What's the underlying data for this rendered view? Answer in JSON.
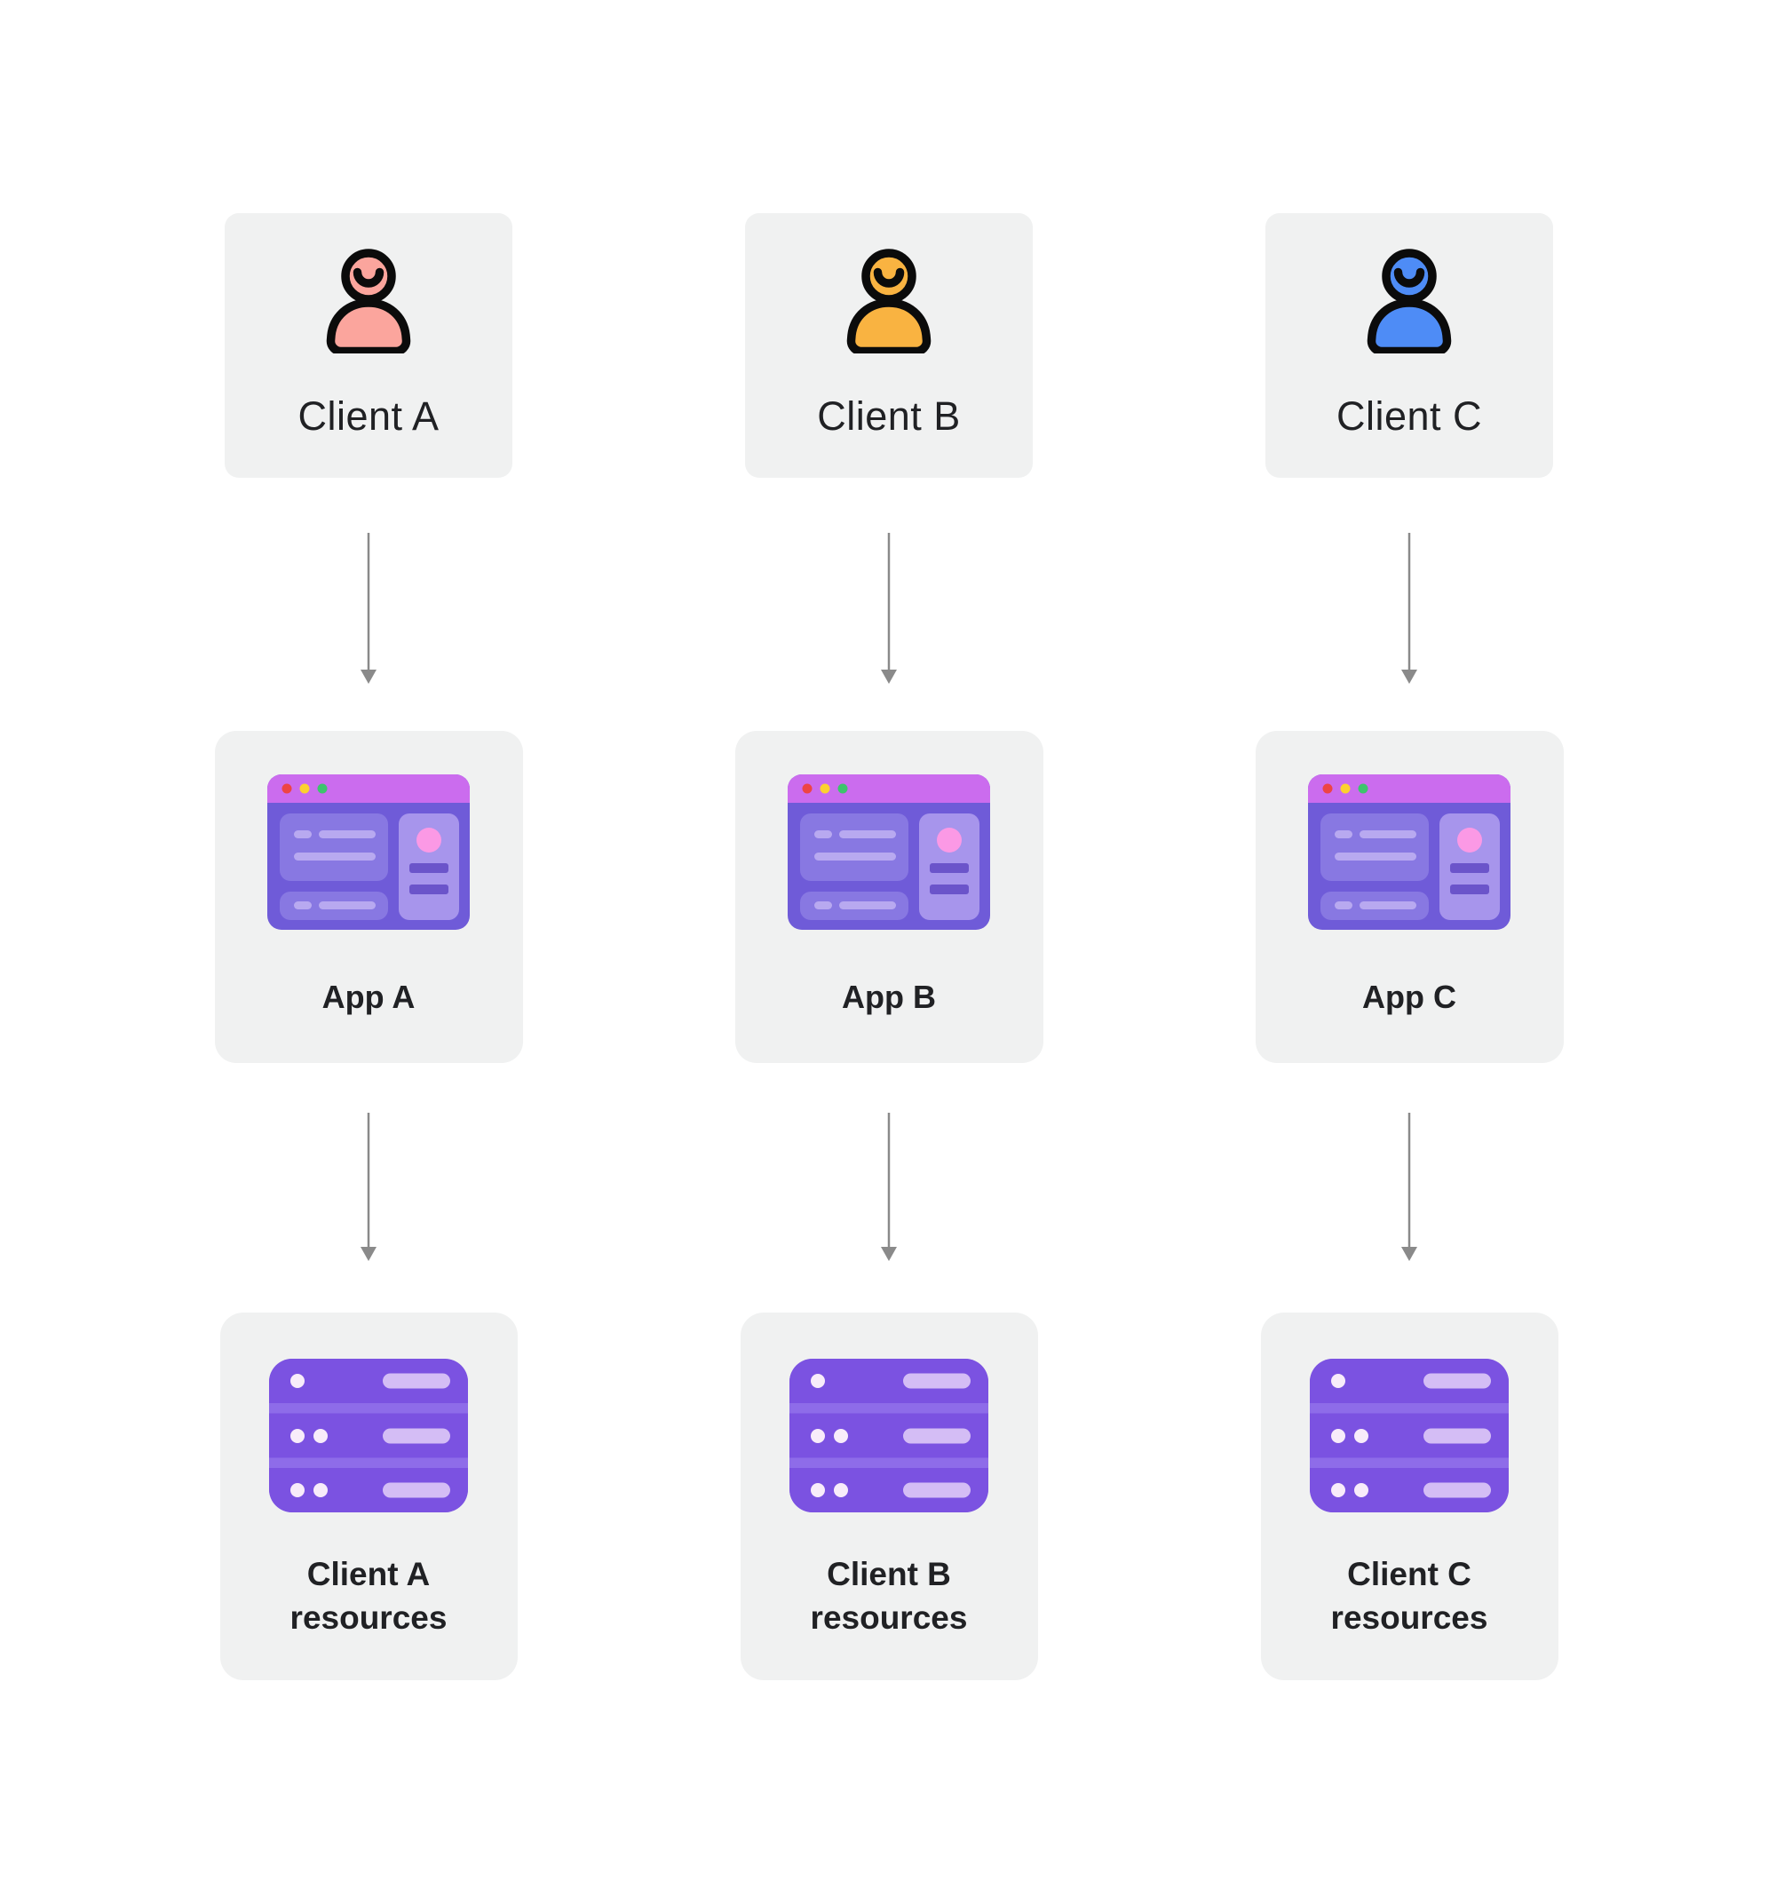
{
  "diagram": {
    "columns": [
      {
        "client_label": "Client A",
        "app_label": "App A",
        "resources_label": "Client A resources",
        "person_color": "#FBA59D"
      },
      {
        "client_label": "Client B",
        "app_label": "App B",
        "resources_label": "Client B resources",
        "person_color": "#F9B341"
      },
      {
        "client_label": "Client C",
        "app_label": "App C",
        "resources_label": "Client C resources",
        "person_color": "#4E8CF6"
      }
    ],
    "palette": {
      "page_bg": "#FFFFFF",
      "card_bg": "#F0F1F1",
      "label_color": "#202124",
      "arrow_color": "#8A8A8A",
      "person_outline": "#0B0B0B",
      "app_window": {
        "titlebar": "#CB6CEE",
        "dot_red": "#EE4444",
        "dot_yellow": "#FCD12F",
        "dot_green": "#3DC46D",
        "body": "#6F5BD8",
        "panel": "#8878E2",
        "panel_light": "#A795EC",
        "pill": "#B8A9F0",
        "pill_dark": "#6B54CA",
        "accent_circle": "#FB99E5"
      },
      "server": {
        "body": "#7B52E1",
        "stripe": "#8E6CE9",
        "pill": "#D4BDF5",
        "dot": "#F8ECFA"
      }
    }
  }
}
